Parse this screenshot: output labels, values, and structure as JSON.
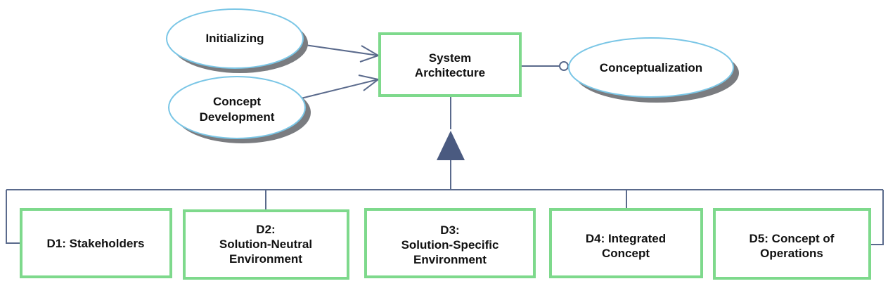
{
  "colors": {
    "box_border": "#7ed98c",
    "ellipse_border": "#7ac6e6",
    "ellipse_shadow": "#7a7c80",
    "line": "#5a6a8c",
    "triangle": "#4a5a80",
    "text": "#111111"
  },
  "central": {
    "line1": "System",
    "line2": "Architecture"
  },
  "processes": {
    "initializing": "Initializing",
    "concept_development": {
      "line1": "Concept",
      "line2": "Development"
    },
    "conceptualization": "Conceptualization"
  },
  "deliverables": {
    "d1": {
      "line1": "D1: Stakeholders"
    },
    "d2": {
      "line1": "D2:",
      "line2": "Solution-Neutral",
      "line3": "Environment"
    },
    "d3": {
      "line1": "D3:",
      "line2": "Solution-Specific",
      "line3": "Environment"
    },
    "d4": {
      "line1": "D4: Integrated",
      "line2": "Concept"
    },
    "d5": {
      "line1": "D5: Concept of",
      "line2": "Operations"
    }
  }
}
